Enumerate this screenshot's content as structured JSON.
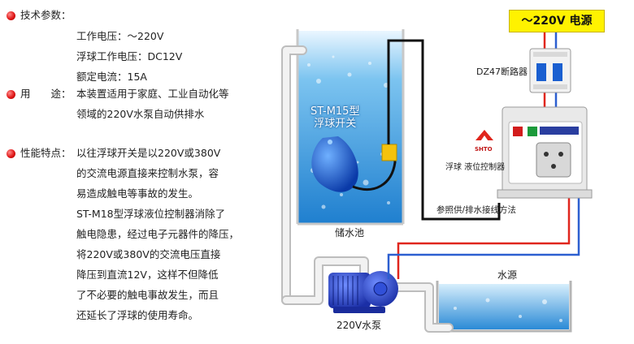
{
  "specs": {
    "heading": "技术参数：",
    "lines": [
      "工作电压：～220V",
      "浮球工作电压：DC12V",
      "额定电流：15A"
    ]
  },
  "usage": {
    "heading": "用　　途：",
    "lines": [
      "本装置适用于家庭、工业自动化等",
      "领域的220V水泵自动供排水"
    ]
  },
  "features": {
    "heading": "性能特点：",
    "lines": [
      "以往浮球开关是以220V或380V",
      "的交流电源直接来控制水泵，容",
      "易造成触电等事故的发生。",
      "ST-M18型浮球液位控制器消除了",
      "触电隐患，经过电子元器件的降压，",
      "将220V或380V的交流电压直接",
      "降压到直流12V，这样不但降低",
      "了不必要的触电事故发生，而且",
      "还延长了浮球的使用寿命。"
    ]
  },
  "diagram": {
    "power_label": "～220V  电源",
    "breaker_label": "DZ47断路器",
    "float_label_line1": "ST-M15型",
    "float_label_line2": "浮球开关",
    "controller_label": "浮球 液位控制器",
    "controller_brand": "SHTO",
    "wiring_label": "参照供/排水接线方法",
    "tank_label": "储水池",
    "source_label": "水源",
    "pump_label": "220V水泵"
  },
  "colors": {
    "live_wire": "#e0261d",
    "neutral_wire": "#2c5fd0",
    "float_cable": "#111111",
    "power_box": "#fff200",
    "pipe": "#e9e9e9"
  }
}
